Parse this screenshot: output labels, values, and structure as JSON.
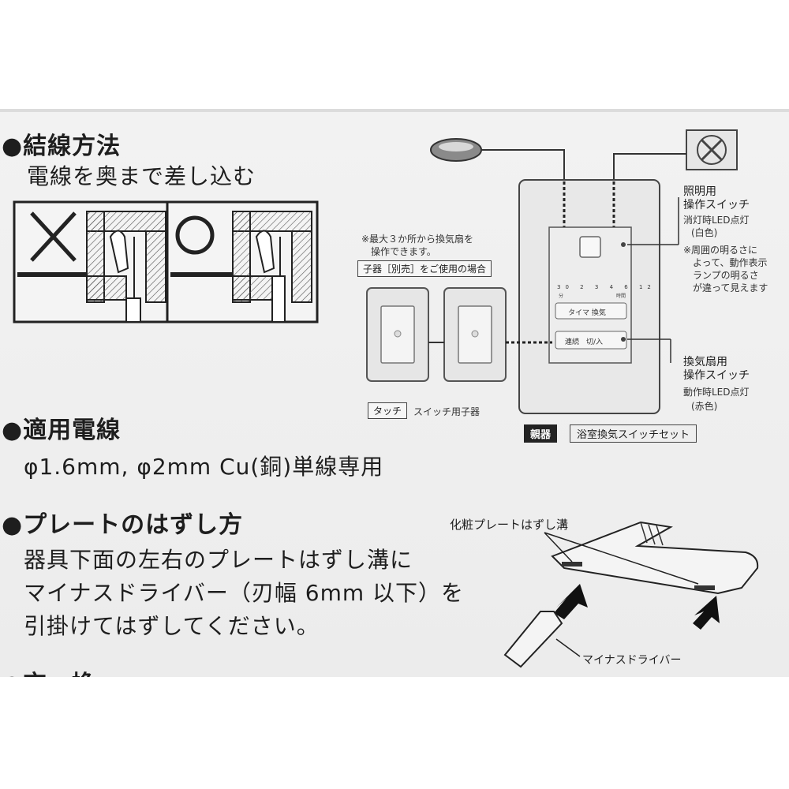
{
  "section_wiring": {
    "heading": "●結線方法",
    "instruction": "電線を奥まで差し込む",
    "mark_wrong": "✕",
    "mark_right": "○"
  },
  "diagram": {
    "remote_note_line1": "※最大３か所から換気扇を",
    "remote_note_line2": "操作できます。",
    "child_unit_box": "子器［別売］をご使用の場合",
    "touch_tag": "タッチ",
    "child_switch_label": "スイッチ用子器",
    "parent_tag": "親器",
    "parent_name": "浴室換気スイッチセット",
    "light_switch_title_1": "照明用",
    "light_switch_title_2": "操作スイッチ",
    "light_switch_desc_1": "消灯時LED点灯",
    "light_switch_desc_2": "(白色)",
    "note_1": "※周囲の明るさに",
    "note_2": "よって、動作表示",
    "note_3": "ランプの明るさ",
    "note_4": "が違って見えます",
    "fan_switch_title_1": "換気扇用",
    "fan_switch_title_2": "操作スイッチ",
    "fan_switch_desc_1": "動作時LED点灯",
    "fan_switch_desc_2": "(赤色)",
    "timer_labels": [
      "30",
      "2",
      "3",
      "4",
      "6",
      "12"
    ],
    "timer_sub_left": "分",
    "timer_sub_right": "時間",
    "timer_button": "タイマ 換気",
    "onoff_button": "連続　切/入"
  },
  "section_wire": {
    "heading": "●適用電線",
    "spec": "φ1.6mm, φ2mm Cu(銅)単線専用"
  },
  "section_plate": {
    "heading": "●プレートのはずし方",
    "line1": "器具下面の左右のプレートはずし溝に",
    "line2": "マイナスドライバー（刃幅 6mm 以下）を",
    "line3": "引掛けてはずしてください。",
    "groove_label": "化粧プレートはずし溝",
    "driver_label": "マイナスドライバー"
  },
  "cut_heading": "●交　換"
}
